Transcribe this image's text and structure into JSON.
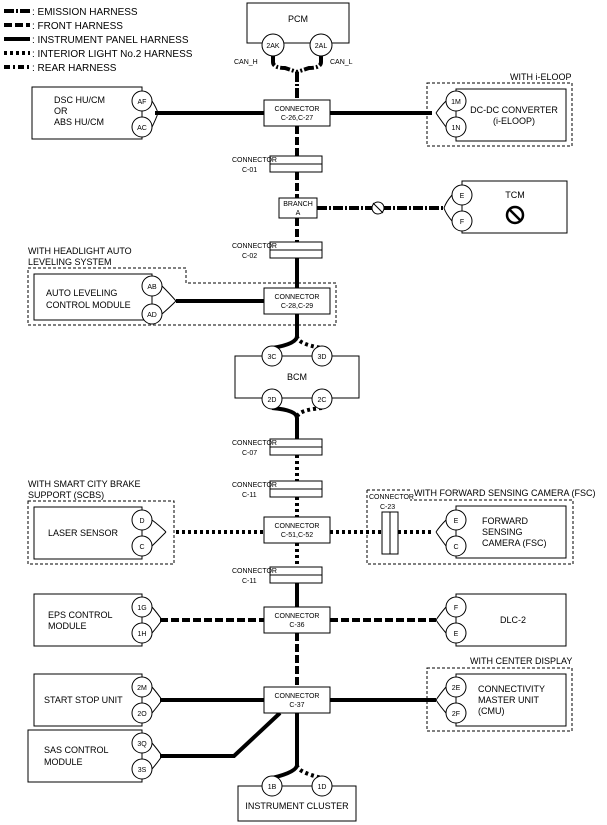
{
  "legend": [
    {
      "style": "em",
      "label": ": EMISSION HARNESS"
    },
    {
      "style": "front",
      "label": ": FRONT HARNESS"
    },
    {
      "style": "ip",
      "label": ": INSTRUMENT PANEL HARNESS"
    },
    {
      "style": "int",
      "label": ": INTERIOR LIGHT No.2 HARNESS"
    },
    {
      "style": "rear",
      "label": ": REAR HARNESS"
    }
  ],
  "modules": {
    "pcm": "PCM",
    "dsc_line1": "DSC HU/CM",
    "dsc_line2": "OR",
    "dsc_line3": "ABS HU/CM",
    "dcdc_line1": "DC-DC CONVERTER",
    "dcdc_line2": "(i-ELOOP)",
    "tcm": "TCM",
    "auto_level_line1": "AUTO LEVELING",
    "auto_level_line2": "CONTROL MODULE",
    "bcm": "BCM",
    "laser": "LASER SENSOR",
    "fsc_line1": "FORWARD",
    "fsc_line2": "SENSING",
    "fsc_line3": "CAMERA (FSC)",
    "eps_line1": "EPS CONTROL",
    "eps_line2": "MODULE",
    "dlc": "DLC-2",
    "start_stop": "START STOP UNIT",
    "cmu_line1": "CONNECTIVITY",
    "cmu_line2": "MASTER UNIT",
    "cmu_line3": "(CMU)",
    "sas_line1": "SAS CONTROL",
    "sas_line2": "MODULE",
    "cluster": "INSTRUMENT CLUSTER"
  },
  "options": {
    "ieloop": "WITH i-ELOOP",
    "headlight_line1": "WITH HEADLIGHT AUTO",
    "headlight_line2": "LEVELING SYSTEM",
    "scbs_line1": "WITH SMART CITY BRAKE",
    "scbs_line2": "SUPPORT (SCBS)",
    "fsc": "WITH FORWARD SENSING CAMERA (FSC)",
    "center_display": "WITH CENTER DISPLAY"
  },
  "signals": {
    "can_h": "CAN_H",
    "can_l": "CAN_L"
  },
  "pins": {
    "pcm_a": "2AK",
    "pcm_b": "2AL",
    "dsc_a": "AF",
    "dsc_b": "AC",
    "dcdc_a": "1M",
    "dcdc_b": "1N",
    "tcm_a": "E",
    "tcm_b": "F",
    "al_a": "AB",
    "al_b": "AD",
    "bcm_a": "3C",
    "bcm_b": "3D",
    "bcm_c": "2D",
    "bcm_d": "2C",
    "laser_a": "D",
    "laser_b": "C",
    "fsc_a": "E",
    "fsc_b": "C",
    "eps_a": "1G",
    "eps_b": "1H",
    "dlc_a": "F",
    "dlc_b": "E",
    "ss_a": "2M",
    "ss_b": "2O",
    "cmu_a": "2E",
    "cmu_b": "2F",
    "sas_a": "3Q",
    "sas_b": "3S",
    "ic_a": "1B",
    "ic_b": "1D"
  },
  "connectors": {
    "c26_l1": "CONNECTOR",
    "c26_l2": "C-26,C-27",
    "c01_l1": "CONNECTOR",
    "c01_l2": "C-01",
    "branch_l1": "BRANCH",
    "branch_l2": "A",
    "c02_l1": "CONNECTOR",
    "c02_l2": "C-02",
    "c28_l1": "CONNECTOR",
    "c28_l2": "C-28,C-29",
    "c07_l1": "CONNECTOR",
    "c07_l2": "C-07",
    "c11a_l1": "CONNECTOR",
    "c11a_l2": "C-11",
    "c51_l1": "CONNECTOR",
    "c51_l2": "C-51,C-52",
    "c23_l1": "CONNECTOR",
    "c23_l2": "C-23",
    "c11b_l1": "CONNECTOR",
    "c11b_l2": "C-11",
    "c36_l1": "CONNECTOR",
    "c36_l2": "C-36",
    "c37_l1": "CONNECTOR",
    "c37_l2": "C-37"
  }
}
